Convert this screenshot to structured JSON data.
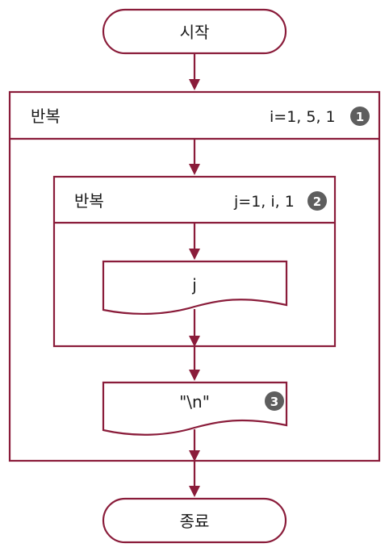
{
  "terminals": {
    "start": "시작",
    "end": "종료"
  },
  "outer_loop": {
    "label": "반복",
    "params": "i=1, 5, 1",
    "badge": "1"
  },
  "inner_loop": {
    "label": "반복",
    "params": "j=1, i, 1",
    "badge": "2"
  },
  "outputs": {
    "inner": {
      "text": "j"
    },
    "newline": {
      "text": "\"\\n\"",
      "badge": "3"
    }
  },
  "colors": {
    "line": "#8a1c3a",
    "badge": "#5e5e5e"
  }
}
